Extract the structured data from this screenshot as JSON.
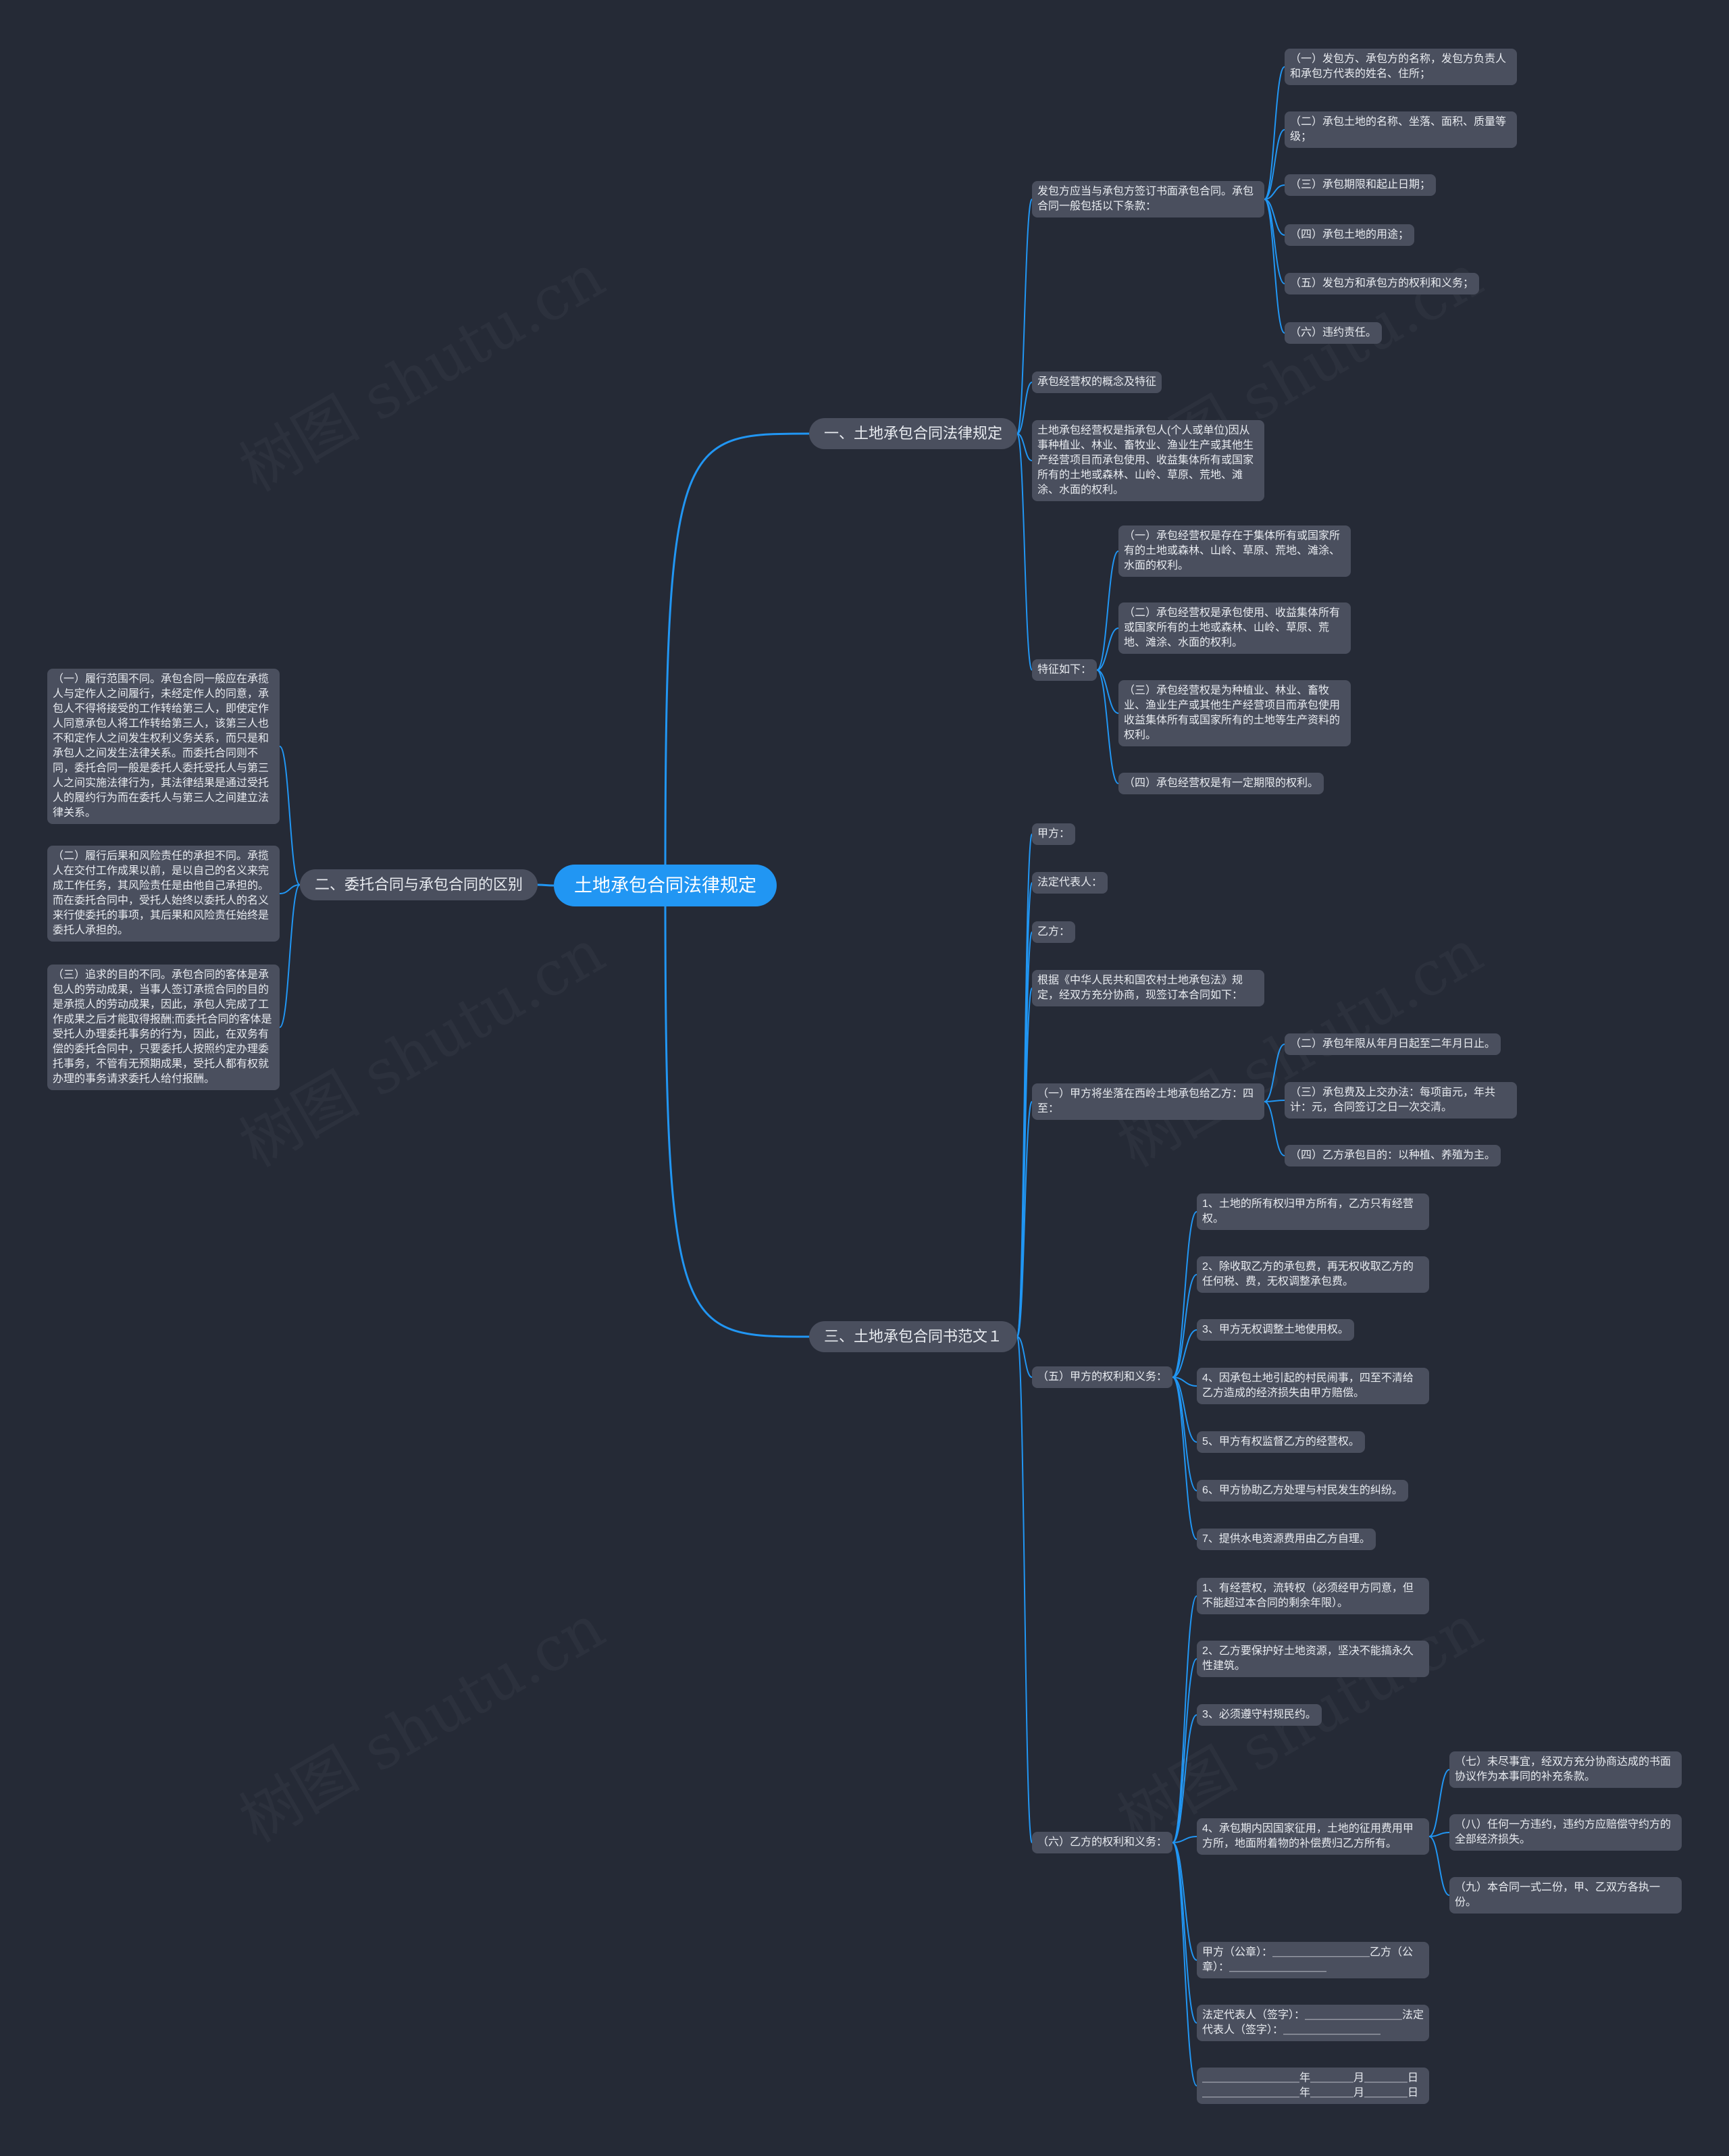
{
  "root": {
    "label": "土地承包合同法律规定"
  },
  "branches": [
    {
      "label": "一、土地承包合同法律规定",
      "children": [
        {
          "label": "发包方应当与承包方签订书面承包合同。承包合同一般包括以下条款：",
          "children": [
            {
              "label": "（一）发包方、承包方的名称，发包方负责人和承包方代表的姓名、住所；"
            },
            {
              "label": "（二）承包土地的名称、坐落、面积、质量等级；"
            },
            {
              "label": "（三）承包期限和起止日期；"
            },
            {
              "label": "（四）承包土地的用途；"
            },
            {
              "label": "（五）发包方和承包方的权利和义务；"
            },
            {
              "label": "（六）违约责任。"
            }
          ]
        },
        {
          "label": "承包经营权的概念及特征"
        },
        {
          "label": "土地承包经营权是指承包人(个人或单位)因从事种植业、林业、畜牧业、渔业生产或其他生产经营项目而承包使用、收益集体所有或国家所有的土地或森林、山岭、草原、荒地、滩涂、水面的权利。"
        },
        {
          "label": "特征如下：",
          "children": [
            {
              "label": "（一）承包经营权是存在于集体所有或国家所有的土地或森林、山岭、草原、荒地、滩涂、水面的权利。"
            },
            {
              "label": "（二）承包经营权是承包使用、收益集体所有或国家所有的土地或森林、山岭、草原、荒地、滩涂、水面的权利。"
            },
            {
              "label": "（三）承包经营权是为种植业、林业、畜牧业、渔业生产或其他生产经营项目而承包使用收益集体所有或国家所有的土地等生产资料的权利。"
            },
            {
              "label": "（四）承包经营权是有一定期限的权利。"
            }
          ]
        }
      ]
    },
    {
      "label": "二、委托合同与承包合同的区别",
      "children": [
        {
          "label": "（一）履行范围不同。承包合同一般应在承揽人与定作人之间履行，未经定作人的同意，承包人不得将接受的工作转给第三人，即使定作人同意承包人将工作转给第三人，该第三人也不和定作人之间发生权利义务关系，而只是和承包人之间发生法律关系。而委托合同则不同，委托合同一般是委托人委托受托人与第三人之间实施法律行为，其法律结果是通过受托人的履约行为而在委托人与第三人之间建立法律关系。"
        },
        {
          "label": "（二）履行后果和风险责任的承担不同。承揽人在交付工作成果以前，是以自己的名义来完成工作任务，其风险责任是由他自己承担的。而在委托合同中，受托人始终以委托人的名义来行使委托的事项，其后果和风险责任始终是委托人承担的。"
        },
        {
          "label": "（三）追求的目的不同。承包合同的客体是承包人的劳动成果，当事人签订承揽合同的目的是承揽人的劳动成果，因此，承包人完成了工作成果之后才能取得报酬;而委托合同的客体是受托人办理委托事务的行为，因此，在双务有偿的委托合同中，只要委托人按照约定办理委托事务，不管有无预期成果，受托人都有权就办理的事务请求委托人给付报酬。"
        }
      ]
    },
    {
      "label": "三、土地承包合同书范文１",
      "children": [
        {
          "label": "甲方："
        },
        {
          "label": "法定代表人："
        },
        {
          "label": "乙方："
        },
        {
          "label": "根据《中华人民共和国农村土地承包法》规定，经双方充分协商，现签订本合同如下："
        },
        {
          "label": "（一）甲方将坐落在西岭土地承包给乙方：四至：",
          "children": [
            {
              "label": "（二）承包年限从年月日起至二年月日止。"
            },
            {
              "label": "（三）承包费及上交办法：每项亩元，年共计：元，合同签订之日一次交清。"
            },
            {
              "label": "（四）乙方承包目的：以种植、养殖为主。"
            }
          ]
        },
        {
          "label": "（五）甲方的权利和义务：",
          "children": [
            {
              "label": "1、土地的所有权归甲方所有，乙方只有经营权。"
            },
            {
              "label": "2、除收取乙方的承包费，再无权收取乙方的任何税、费，无权调整承包费。"
            },
            {
              "label": "3、甲方无权调整土地使用权。"
            },
            {
              "label": "4、因承包土地引起的村民闹事，四至不清给乙方造成的经济损失由甲方赔偿。"
            },
            {
              "label": "5、甲方有权监督乙方的经营权。"
            },
            {
              "label": "6、甲方协助乙方处理与村民发生的纠纷。"
            },
            {
              "label": "7、提供水电资源费用由乙方自理。"
            }
          ]
        },
        {
          "label": "（六）乙方的权利和义务：",
          "children": [
            {
              "label": "1、有经营权，流转权（必须经甲方同意，但不能超过本合同的剩余年限）。"
            },
            {
              "label": "2、乙方要保护好土地资源，坚决不能搞永久性建筑。"
            },
            {
              "label": "3、必须遵守村规民约。"
            },
            {
              "label": "4、承包期内因国家征用，土地的征用费用甲方所，地面附着物的补偿费归乙方所有。",
              "children": [
                {
                  "label": "（七）未尽事宜，经双方充分协商达成的书面协议作为本事同的补充条款。"
                },
                {
                  "label": "（八）任何一方违约，违约方应赔偿守约方的全部经济损失。"
                },
                {
                  "label": "（九）本合同一式二份，甲、乙双方各执一份。"
                }
              ]
            },
            {
              "label": "甲方（公章）：＿＿＿＿＿＿＿＿＿乙方（公章）：＿＿＿＿＿＿＿＿＿"
            },
            {
              "label": "法定代表人（签字）：＿＿＿＿＿＿＿＿＿法定代表人（签字）：＿＿＿＿＿＿＿＿＿"
            },
            {
              "label": "＿＿＿＿＿＿＿＿＿年＿＿＿＿月＿＿＿＿日＿＿＿＿＿＿＿＿＿年＿＿＿＿月＿＿＿＿日"
            }
          ]
        }
      ]
    }
  ],
  "colors": {
    "background": "#252a36",
    "node": "#4a4f5e",
    "root": "#2196f3",
    "link": "#2196f3"
  },
  "watermark": "树图 shutu.cn"
}
